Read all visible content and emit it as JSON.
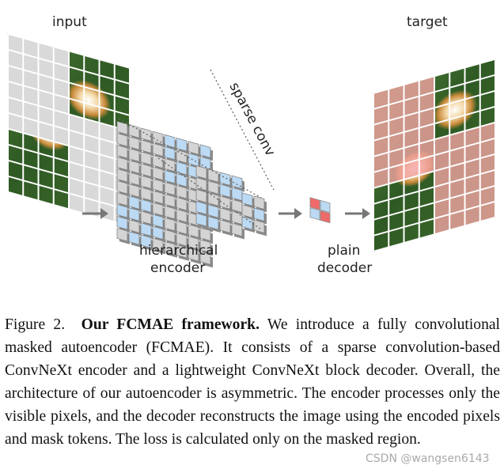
{
  "figure": {
    "labels": {
      "input": "input",
      "target": "target",
      "sparse_conv": "sparse conv",
      "encoder_line1": "hierarchical",
      "encoder_line2": "encoder",
      "decoder_line1": "plain",
      "decoder_line2": "decoder"
    },
    "colors": {
      "visible_patch": "#3c6b2c",
      "masked_patch": "#d9d9d9",
      "encoder_blue": "#bcdaf3",
      "encoder_gray": "#d4d4d4",
      "decoder_red": "#ef6a6a",
      "target_tint": "#f2a2a2",
      "arrow": "#777777"
    },
    "icons": [
      "right-arrow-icon"
    ]
  },
  "caption": {
    "figure_no": "Figure 2.",
    "title": "Our FCMAE framework.",
    "body": "We introduce a fully convolutional masked autoencoder (FCMAE). It consists of a sparse convolution-based ConvNeXt encoder and a lightweight ConvNeXt block decoder. Overall, the architecture of our autoencoder is asymmetric. The encoder processes only the visible pixels, and the decoder reconstructs the image using the encoded pixels and mask tokens. The loss is calculated only on the masked region."
  },
  "watermark": "CSDN @wangsen6143"
}
